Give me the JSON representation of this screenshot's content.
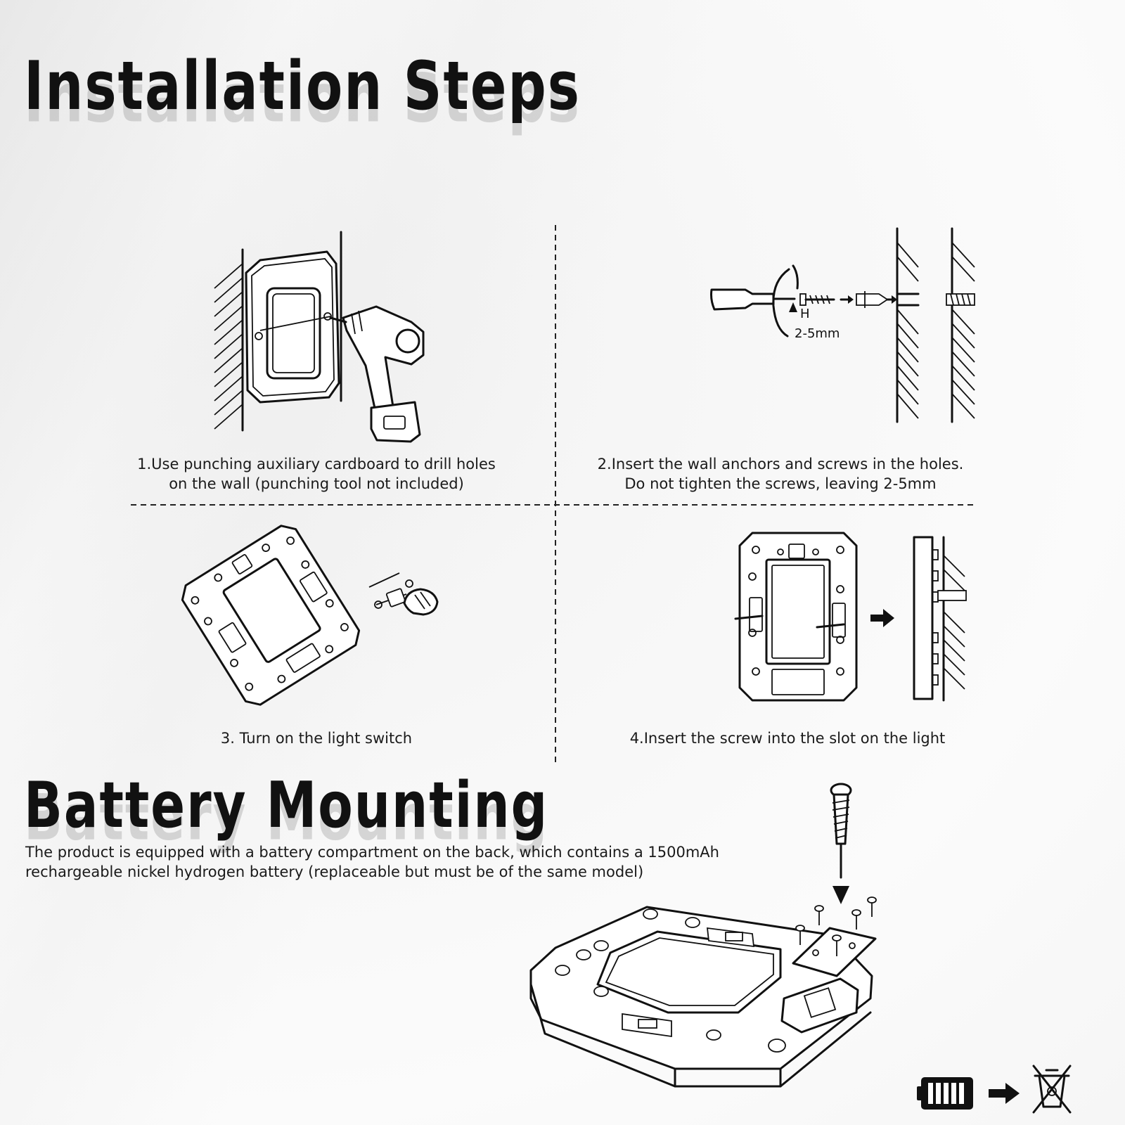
{
  "installation": {
    "title": "Installation Steps",
    "steps": [
      {
        "line1": "1.Use punching auxiliary cardboard to drill holes",
        "line2": "on the wall (punching tool not included)"
      },
      {
        "line1": "2.Insert the wall anchors and screws in the holes.",
        "line2": "Do not tighten the screws, leaving 2-5mm"
      },
      {
        "line1": "3. Turn on the light switch"
      },
      {
        "line1": "4.Insert the  screw into the slot on the light"
      }
    ],
    "gap_label": "2-5mm"
  },
  "battery": {
    "title": "Battery Mounting",
    "desc_line1": "The product is equipped with a battery compartment on the back, which contains a 1500mAh",
    "desc_line2": "rechargeable nickel hydrogen battery (replaceable but must be of the same model)"
  }
}
